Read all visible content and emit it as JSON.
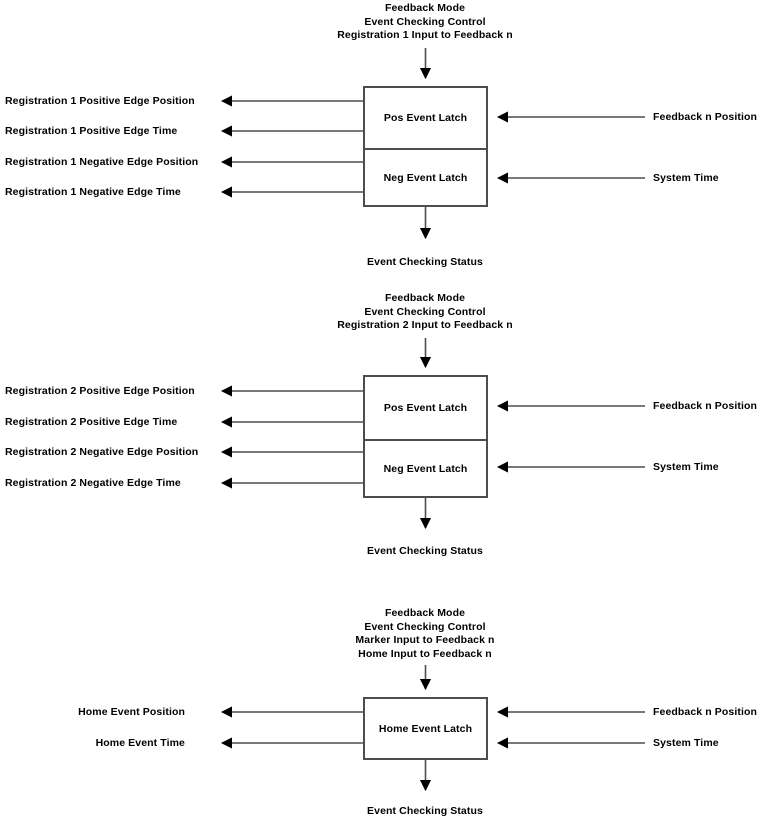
{
  "diagram": {
    "title": "Feedback Mode Event Checking Control",
    "line_color": "#4d4d4d",
    "text_color": "#000000",
    "background": "#ffffff"
  },
  "blocks": [
    {
      "id": "registration-1",
      "header_lines": [
        "Feedback Mode",
        "Event Checking Control",
        "Registration 1 Input to Feedback n"
      ],
      "cells": [
        {
          "label": "Pos Event Latch"
        },
        {
          "label": "Neg Event Latch"
        }
      ],
      "outputs_left": [
        "Registration 1 Positive Edge Position",
        "Registration 1 Positive Edge Time",
        "Registration 1 Negative Edge Position",
        "Registration 1 Negative Edge Time"
      ],
      "inputs_right": [
        "Feedback n Position",
        "System Time"
      ],
      "output_bottom": "Event Checking Status"
    },
    {
      "id": "registration-2",
      "header_lines": [
        "Feedback Mode",
        "Event Checking Control",
        "Registration 2 Input to Feedback n"
      ],
      "cells": [
        {
          "label": "Pos Event Latch"
        },
        {
          "label": "Neg Event Latch"
        }
      ],
      "outputs_left": [
        "Registration 2 Positive Edge Position",
        "Registration 2 Positive Edge Time",
        "Registration 2 Negative Edge Position",
        "Registration 2 Negative Edge Time"
      ],
      "inputs_right": [
        "Feedback n Position",
        "System Time"
      ],
      "output_bottom": "Event Checking Status"
    },
    {
      "id": "home",
      "header_lines": [
        "Feedback Mode",
        "Event Checking Control",
        "Marker Input to Feedback n",
        "Home Input to Feedback n"
      ],
      "cells": [
        {
          "label": "Home Event Latch"
        }
      ],
      "outputs_left": [
        "Home Event Position",
        "Home Event Time"
      ],
      "inputs_right": [
        "Feedback n Position",
        "System Time"
      ],
      "output_bottom": "Event Checking Status"
    }
  ]
}
